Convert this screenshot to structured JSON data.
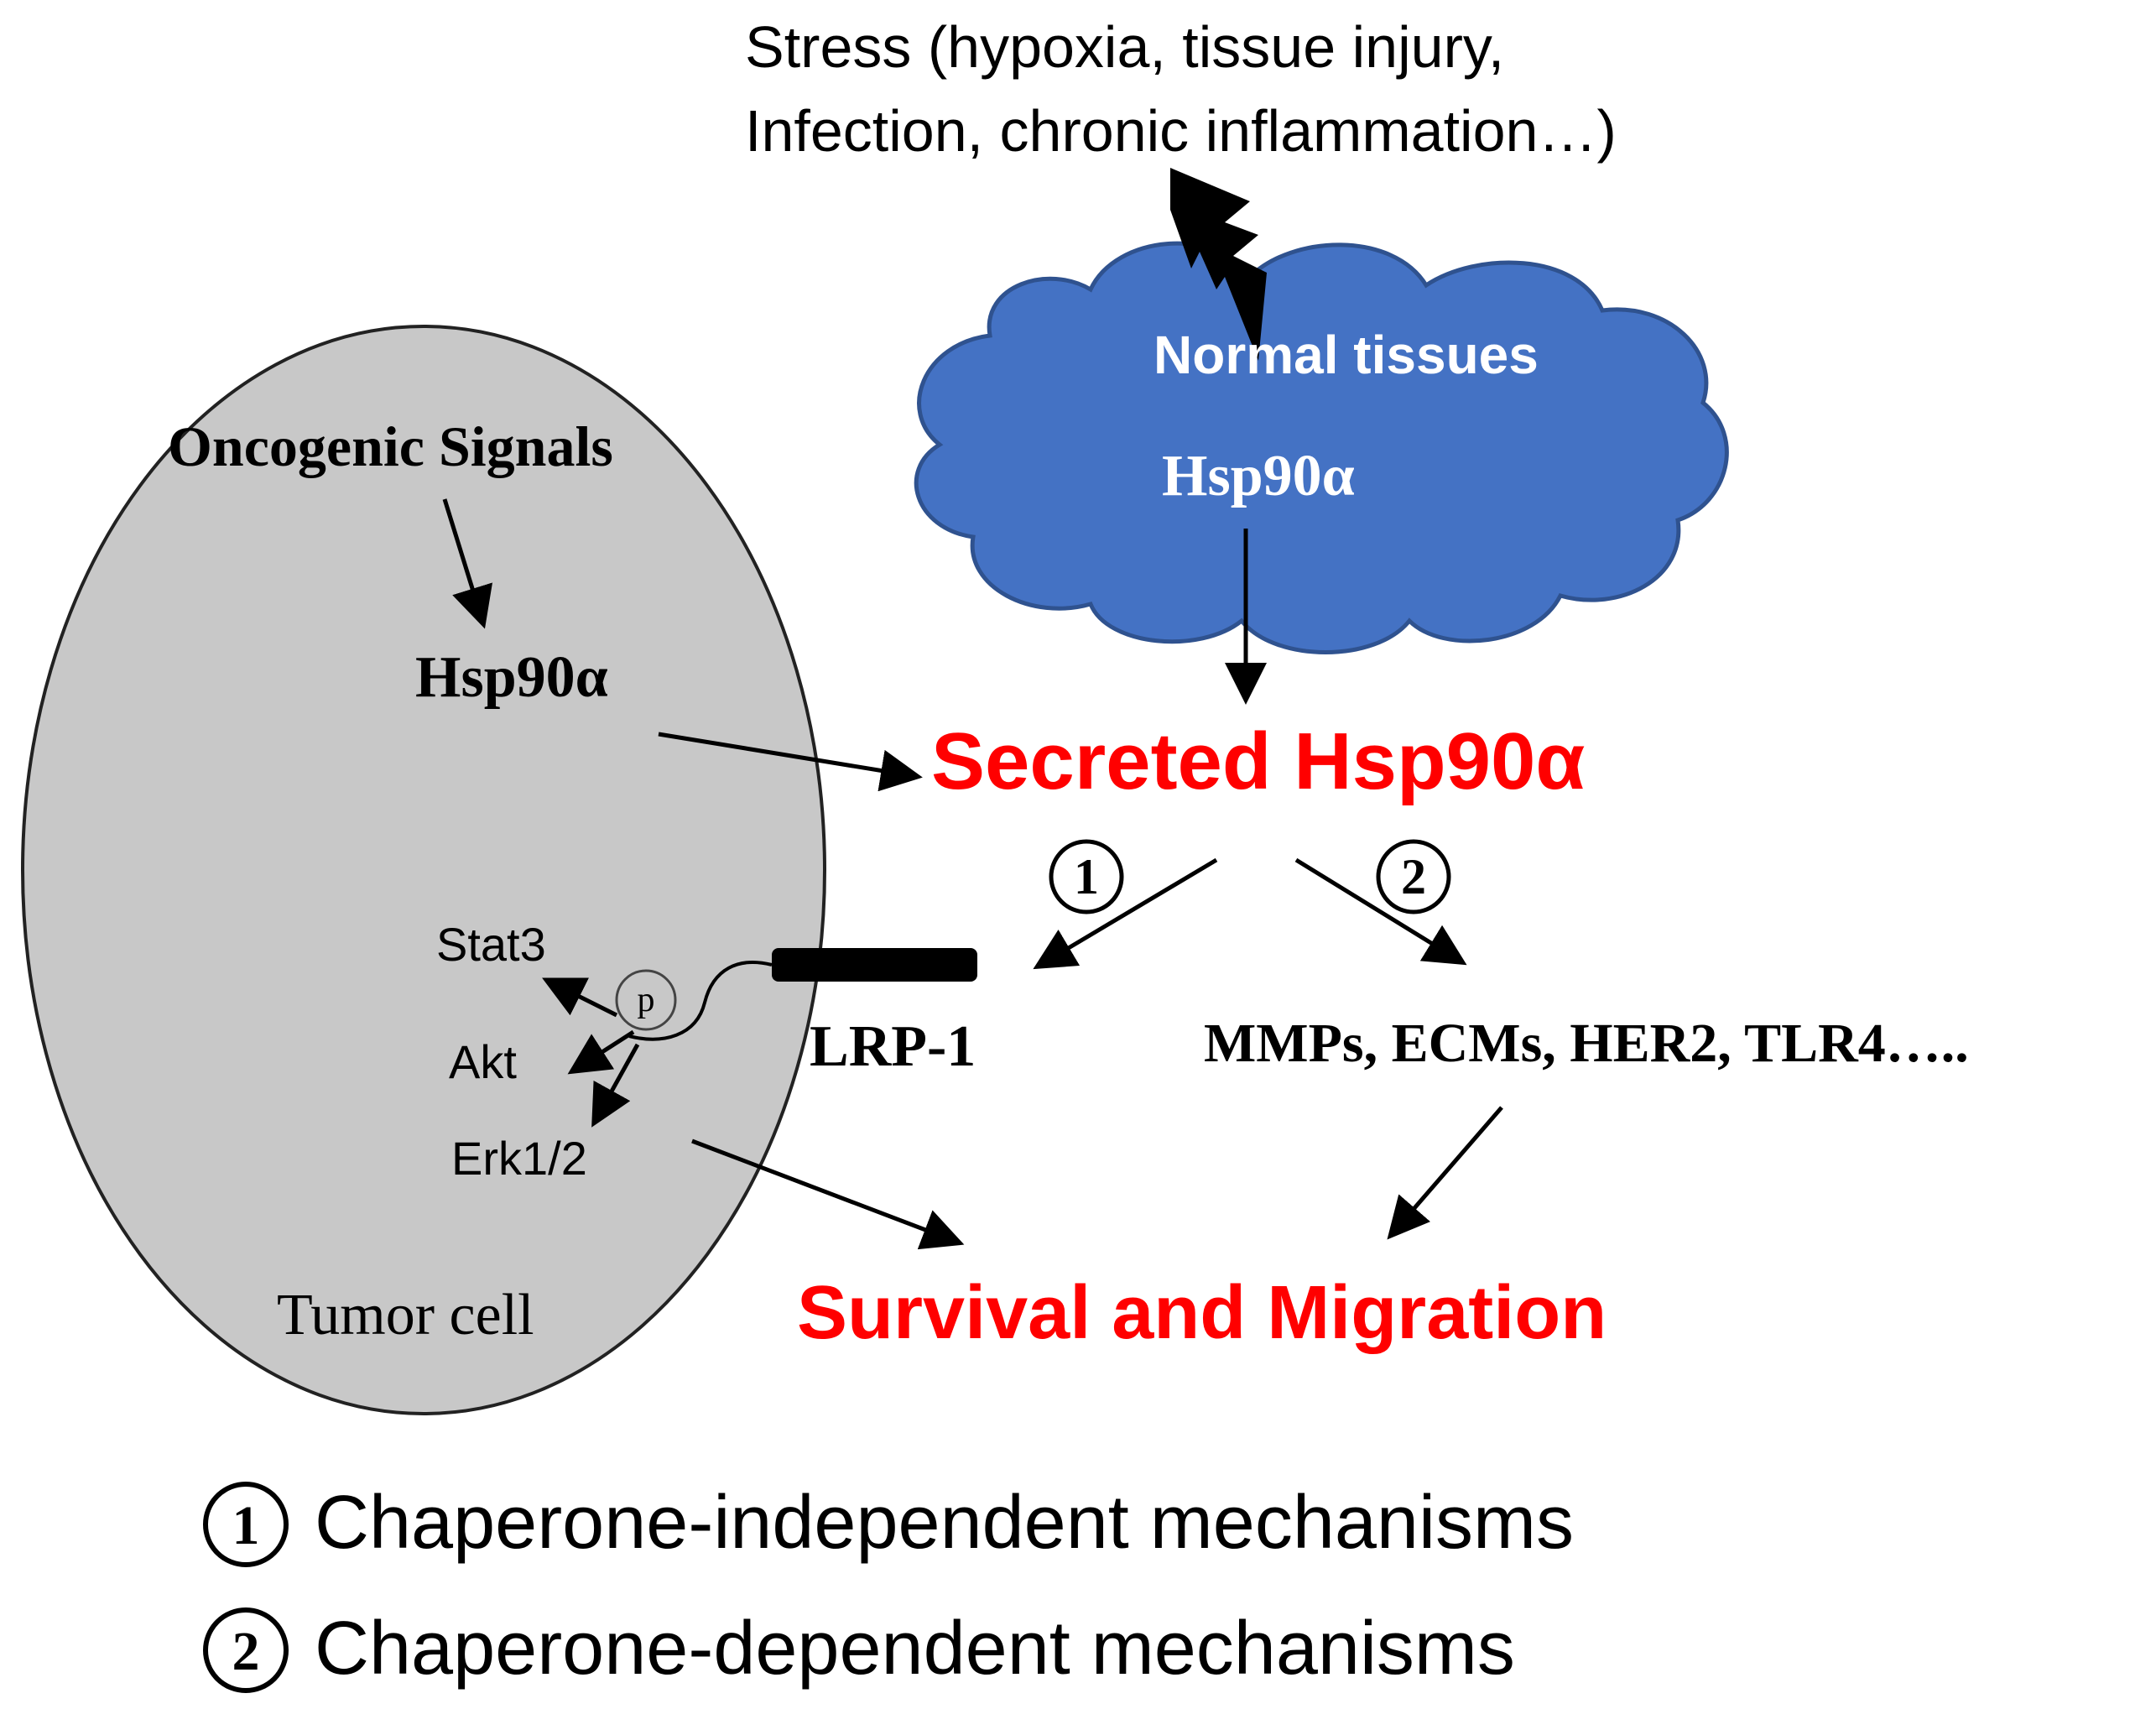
{
  "stress": {
    "line1": "Stress (hypoxia, tissue injury,",
    "line2": "Infection, chronic inflammation…)"
  },
  "normal_tissues": {
    "title": "Normal tissues",
    "hsp": "Hsp90α"
  },
  "tumor_cell": {
    "oncogenic": "Oncogenic Signals",
    "hsp": "Hsp90α",
    "stat3": "Stat3",
    "akt": "Akt",
    "erk": "Erk1/2",
    "p": "p",
    "label": "Tumor cell"
  },
  "secreted": "Secreted Hsp90α",
  "marker1": "1",
  "marker2": "2",
  "lrp1": "LRP-1",
  "targets": "MMPs, ECMs, HER2, TLR4…..",
  "outcome": "Survival and Migration",
  "legend": [
    {
      "num": "1",
      "text": "Chaperone-independent mechanisms"
    },
    {
      "num": "2",
      "text": "Chaperone-dependent mechanisms"
    }
  ],
  "colors": {
    "cell_fill": "#c8c8c8",
    "cloud_fill": "#4472c4",
    "cloud_stroke": "#2f528f",
    "highlight_red": "#ff0000"
  }
}
